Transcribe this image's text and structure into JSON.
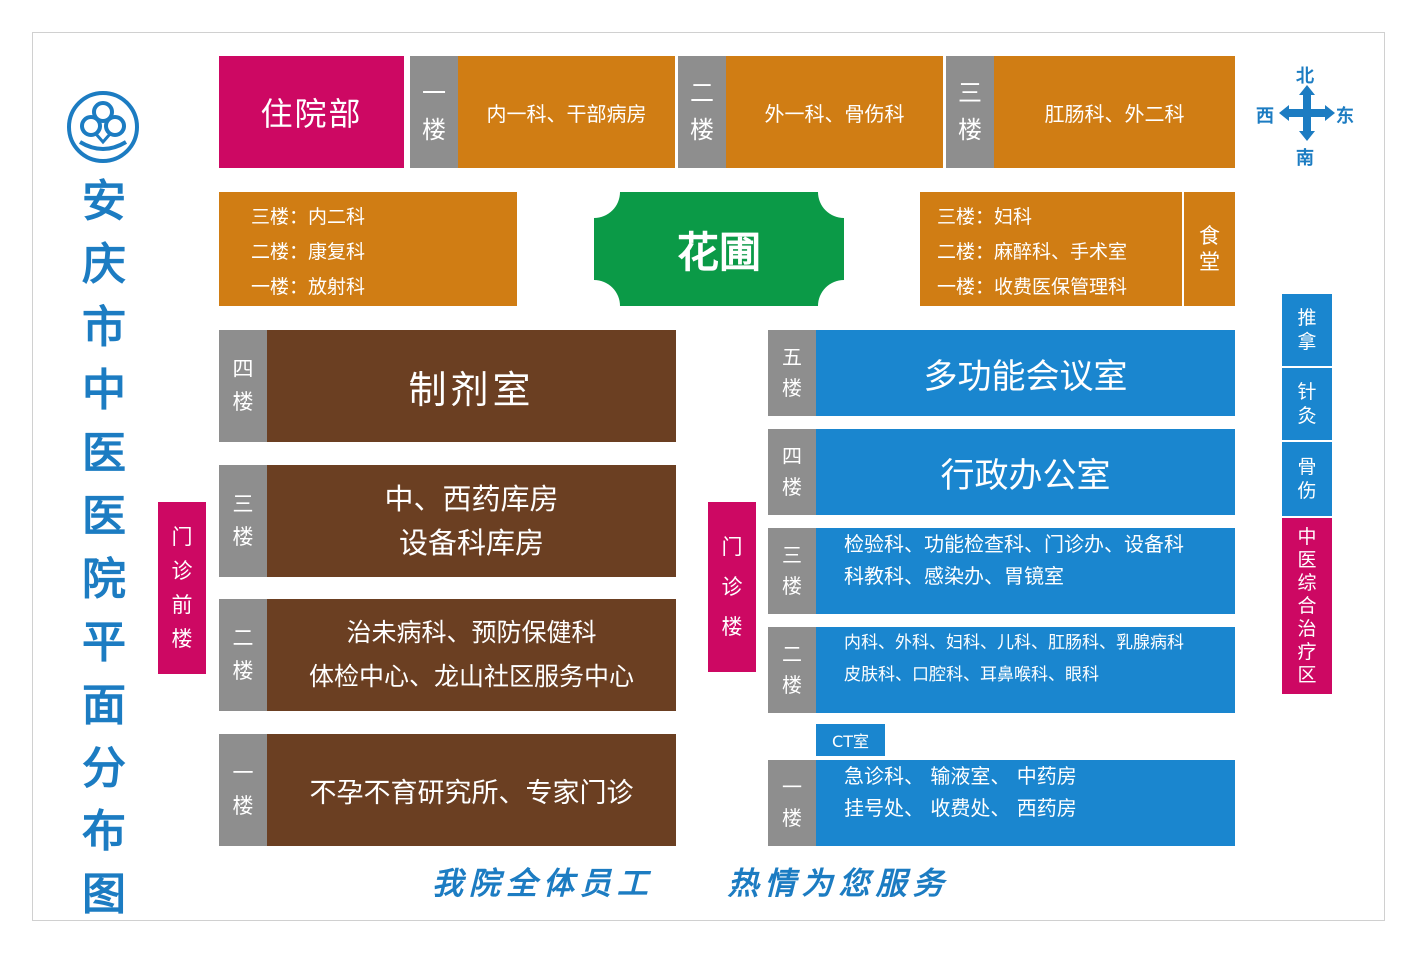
{
  "colors": {
    "inpatient": "#cd0863",
    "orange": "#d07d14",
    "green": "#0b9a47",
    "brown": "#6b3f22",
    "blue": "#1a86cf",
    "gray": "#8e8e8e",
    "title": "#1c7cc2"
  },
  "title": {
    "chars": [
      "安",
      "庆",
      "市",
      "中",
      "医",
      "医",
      "院",
      "平",
      "面",
      "分",
      "布",
      "图"
    ]
  },
  "logo": {
    "icon": "hospital-logo-icon"
  },
  "compass": {
    "north": "北",
    "south": "南",
    "east": "东",
    "west": "西",
    "icon": "compass-cross-icon"
  },
  "inpatient": {
    "label": "住院部",
    "floors": [
      {
        "floor": [
          "一",
          "楼"
        ],
        "depts": "内一科、干部病房"
      },
      {
        "floor": [
          "二",
          "楼"
        ],
        "depts": "外一科、骨伤科"
      },
      {
        "floor": [
          "三",
          "楼"
        ],
        "depts": "肛肠科、外二科"
      }
    ]
  },
  "left_mid": {
    "lines": [
      "三楼：内二科",
      "二楼：康复科",
      "一楼：放射科"
    ]
  },
  "garden": {
    "label": "花圃"
  },
  "right_mid": {
    "lines": [
      "三楼：妇科",
      "二楼：麻醉科、手术室",
      "一楼：收费医保管理科"
    ],
    "canteen": [
      "食",
      "堂"
    ]
  },
  "front_building": {
    "label": [
      "门",
      "诊",
      "前",
      "楼"
    ],
    "floors": [
      {
        "floor": [
          "四",
          "楼"
        ],
        "lines": [
          "制剂室"
        ]
      },
      {
        "floor": [
          "三",
          "楼"
        ],
        "lines": [
          "中、西药库房",
          "设备科库房"
        ]
      },
      {
        "floor": [
          "二",
          "楼"
        ],
        "lines": [
          "治未病科、预防保健科",
          "体检中心、龙山社区服务中心"
        ]
      },
      {
        "floor": [
          "一",
          "楼"
        ],
        "lines": [
          "不孕不育研究所、专家门诊"
        ]
      }
    ]
  },
  "outpatient_building": {
    "label": [
      "门",
      "诊",
      "楼"
    ],
    "floors": [
      {
        "floor": [
          "五",
          "楼"
        ],
        "lines": [
          "多功能会议室"
        ]
      },
      {
        "floor": [
          "四",
          "楼"
        ],
        "lines": [
          "行政办公室"
        ]
      },
      {
        "floor": [
          "三",
          "楼"
        ],
        "lines": [
          "检验科、功能检查科、门诊办、设备科",
          "科教科、感染办、胃镜室"
        ]
      },
      {
        "floor": [
          "二",
          "楼"
        ],
        "lines": [
          "内科、外科、妇科、儿科、肛肠科、乳腺病科",
          "皮肤科、口腔科、耳鼻喉科、眼科"
        ]
      },
      {
        "floor": [
          "一",
          "楼"
        ],
        "lines": [
          "急诊科、 输液室、 中药房",
          "挂号处、 收费处、 西药房"
        ]
      }
    ],
    "ct_room": "CT室"
  },
  "tcm_side": {
    "items": [
      [
        "推",
        "拿"
      ],
      [
        "针",
        "灸"
      ],
      [
        "骨",
        "伤"
      ]
    ],
    "center": [
      "中",
      "医",
      "综",
      "合",
      "治",
      "疗",
      "区"
    ]
  },
  "slogan": {
    "part1": "我院全体员工",
    "part2": "热情为您服务"
  }
}
